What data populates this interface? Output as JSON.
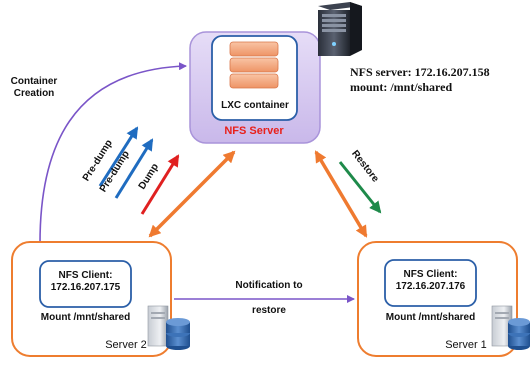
{
  "server": {
    "title": "NFS Server",
    "container_label": "LXC container",
    "info_line1": "NFS server: 172.16.207.158",
    "info_line2": "mount: /mnt/shared"
  },
  "server2": {
    "title": "Server 2",
    "client_line1": "NFS Client:",
    "client_line2": "172.16.207.175",
    "mount": "Mount /mnt/shared"
  },
  "server1": {
    "title": "Server 1",
    "client_line1": "NFS Client:",
    "client_line2": "172.16.207.176",
    "mount": "Mount /mnt/shared"
  },
  "edges": {
    "container_creation_line1": "Container",
    "container_creation_line2": "Creation",
    "notification_line1": "Notification to",
    "notification_line2": "restore",
    "pre_dump_1": "Pre-dump",
    "pre_dump_2": "Pre-dump",
    "dump": "Dump",
    "restore": "Restore"
  },
  "colors": {
    "nfs_server_fill": "#d8cdf0",
    "nfs_server_title": "#e8201a",
    "node_border": "#ee7d2f",
    "client_border": "#2b5fa8",
    "container_block": "#f4a880",
    "pre_dump_arrow": "#1f6cc0",
    "dump_arrow": "#e02020",
    "restore_arrow": "#1e8a4a",
    "double_arrow": "#ef7a30",
    "purple_line": "#7a55c8"
  }
}
